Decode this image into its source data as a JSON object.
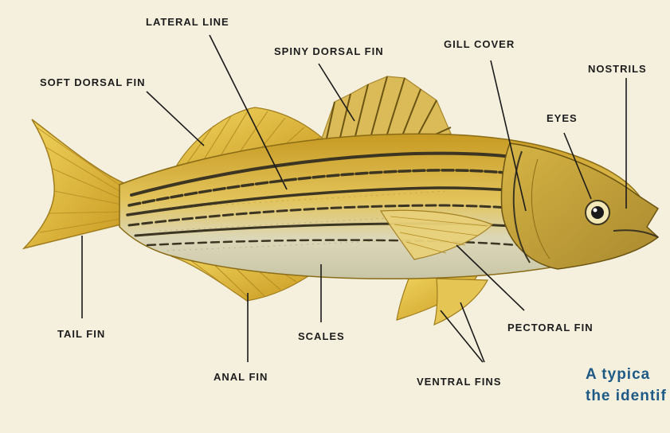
{
  "labels": {
    "lateral_line": "LATERAL  LINE",
    "spiny_dorsal_fin": "SPINY  DORSAL  FIN",
    "gill_cover": "GILL  COVER",
    "nostrils": "NOSTRILS",
    "soft_dorsal_fin": "SOFT  DORSAL  FIN",
    "eyes": "EYES",
    "tail_fin": "TAIL  FIN",
    "scales": "SCALES",
    "pectoral_fin": "PECTORAL  FIN",
    "anal_fin": "ANAL  FIN",
    "ventral_fins": "VENTRAL  FINS"
  },
  "caption": {
    "line1": "A  typica",
    "line2": "the  identif"
  },
  "colors": {
    "background": "#f4f0dd",
    "fin_yellow": "#e3bd3b",
    "body_yellow": "#d9b13a",
    "belly": "#d8d8c4",
    "stripe": "#3b3522",
    "leader_line": "#1a1a1a",
    "caption": "#1f5a86"
  }
}
